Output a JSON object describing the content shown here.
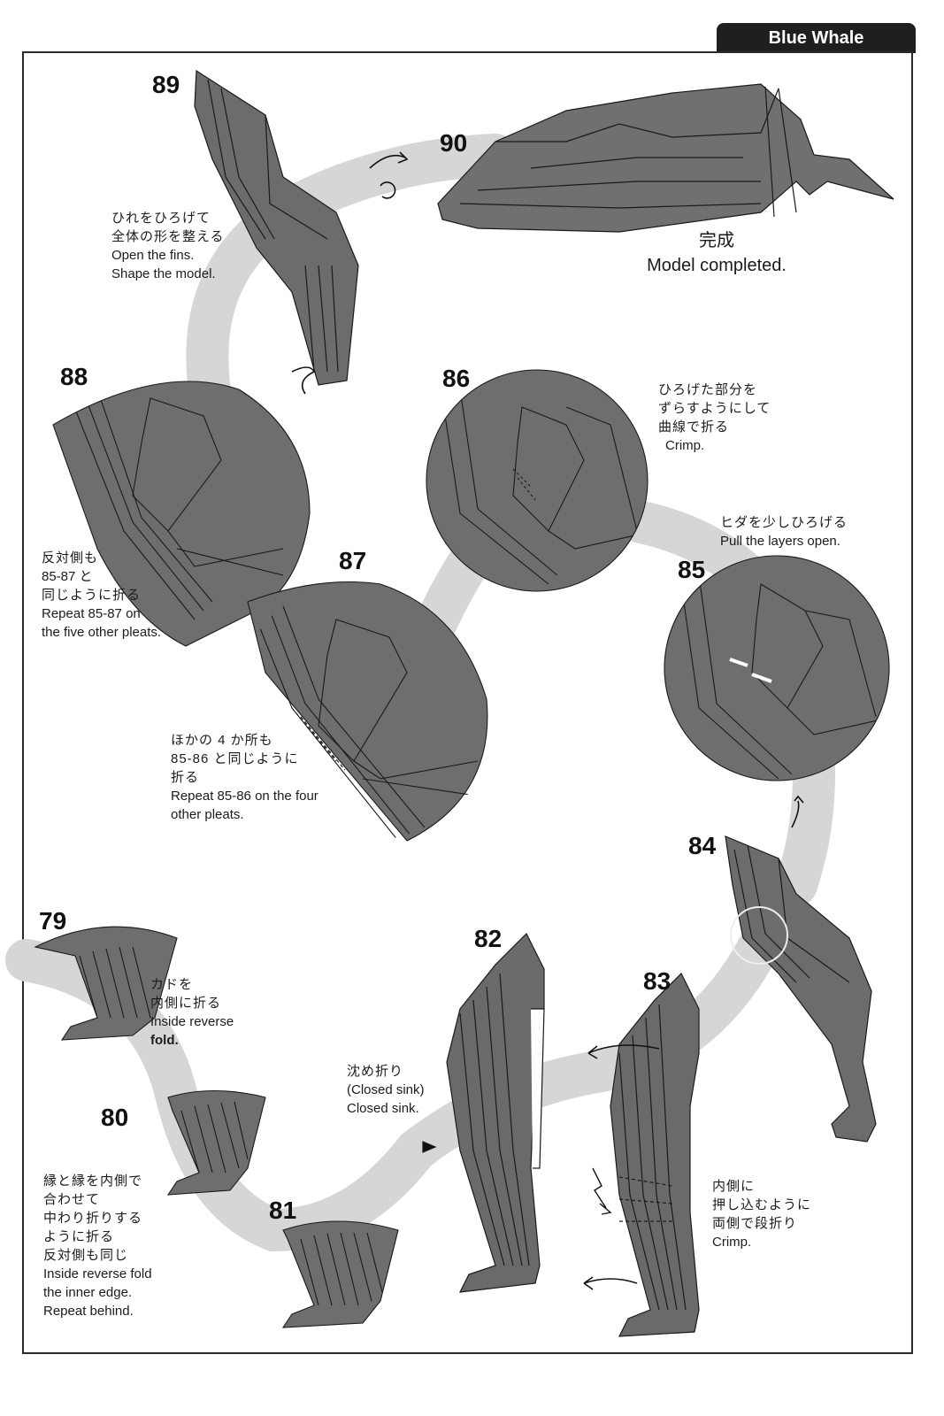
{
  "header": {
    "title": "Blue Whale"
  },
  "steps": {
    "s89": "89",
    "s90": "90",
    "s88": "88",
    "s86": "86",
    "s87": "87",
    "s85": "85",
    "s84": "84",
    "s79": "79",
    "s80": "80",
    "s81": "81",
    "s82": "82",
    "s83": "83"
  },
  "notes": {
    "n89": {
      "ja1": "ひれをひろげて",
      "ja2": "全体の形を整える",
      "en1": "Open the fins.",
      "en2": "Shape the model."
    },
    "n90": {
      "ja": "完成",
      "en": "Model completed."
    },
    "n86": {
      "ja1": "ひろげた部分を",
      "ja2": "ずらすようにして",
      "ja3": "曲線で折る",
      "en": "Crimp."
    },
    "n85": {
      "ja": "ヒダを少しひろげる",
      "en": "Pull the layers open."
    },
    "n88": {
      "ja1": "反対側も",
      "ja2": "85-87 と",
      "ja3": "同じように折る",
      "en1": "Repeat 85-87 on",
      "en2": "the five other pleats."
    },
    "n87": {
      "ja1": "ほかの 4 か所も",
      "ja2": "85-86 と同じように",
      "ja3": "折る",
      "en1": "Repeat 85-86 on the four",
      "en2": "other pleats."
    },
    "n79": {
      "ja1": "カドを",
      "ja2": "内側に折る",
      "en1": "Inside reverse",
      "en2": "fold."
    },
    "n80": {
      "ja1": "縁と縁を内側で",
      "ja2": "合わせて",
      "ja3": "中わり折りする",
      "ja4": "ように折る",
      "ja5": "反対側も同じ",
      "en1": "Inside reverse fold",
      "en2": "the inner edge.",
      "en3": "Repeat behind."
    },
    "n82": {
      "ja": "沈め折り",
      "ja2": "(Closed sink)",
      "en": "Closed sink."
    },
    "n83": {
      "ja1": "内側に",
      "ja2": "押し込むように",
      "ja3": "両側で段折り",
      "en": "Crimp."
    }
  },
  "colors": {
    "paper": "#6e6e6e",
    "paper_dark": "#4a4a4a",
    "path": "#d9d9d9",
    "ink": "#111111"
  }
}
